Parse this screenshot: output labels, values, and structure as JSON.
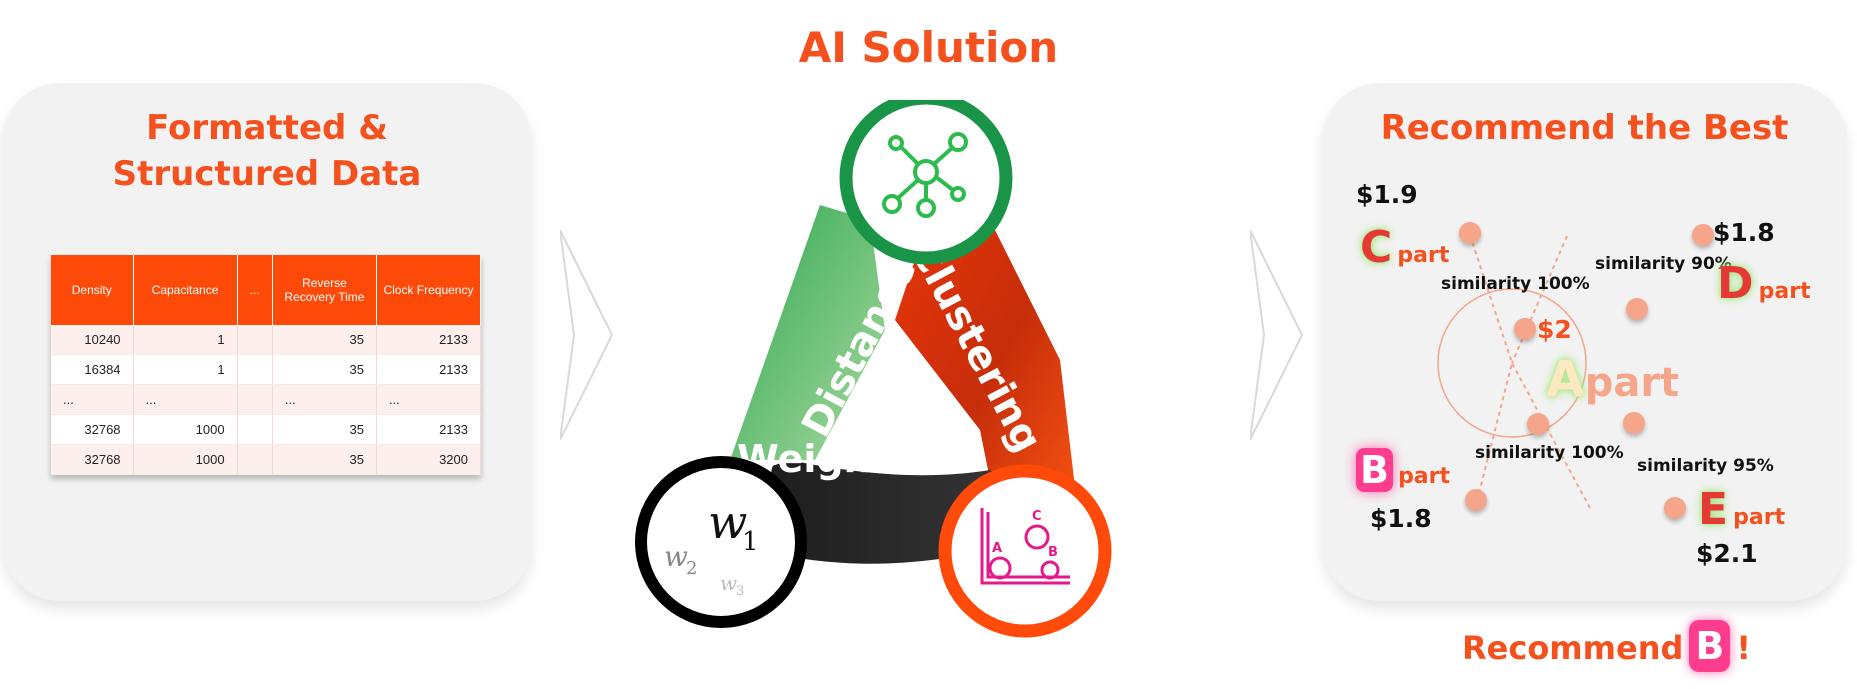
{
  "title": "AI Solution",
  "left": {
    "title_line1": "Formatted &",
    "title_line2": "Structured Data",
    "table": {
      "headers": [
        "Density",
        "Capacitance",
        "...",
        "Reverse Recovery Time",
        "Clock Frequency"
      ],
      "rows": [
        [
          "10240",
          "1",
          "",
          "35",
          "2133"
        ],
        [
          "16384",
          "1",
          "",
          "35",
          "2133"
        ],
        [
          "...",
          "...",
          "",
          "...",
          "..."
        ],
        [
          "32768",
          "1000",
          "",
          "35",
          "2133"
        ],
        [
          "32768",
          "1000",
          "",
          "35",
          "3200"
        ]
      ]
    }
  },
  "center": {
    "labels": {
      "distance": "Distance",
      "clustering": "Clustering",
      "weight": "Weight"
    },
    "weights": {
      "w1": "1",
      "w2": "2",
      "w3": "3"
    },
    "cluster_letters": [
      "A",
      "B",
      "C"
    ],
    "colors": {
      "green": "#1a9447",
      "orange": "#ff4a0a",
      "black": "#111111",
      "magenta": "#e6198a"
    }
  },
  "right": {
    "title": "Recommend the Best",
    "center_part": {
      "letter": "A",
      "word": "part",
      "price": "$2"
    },
    "parts": [
      {
        "letter": "C",
        "word": "part",
        "price": "$1.9",
        "similarity": "similarity 100%"
      },
      {
        "letter": "D",
        "word": "part",
        "price": "$1.8",
        "similarity": "similarity  90%"
      },
      {
        "letter": "B",
        "word": "part",
        "price": "$1.8",
        "similarity": "similarity  100%"
      },
      {
        "letter": "E",
        "word": "part",
        "price": "$2.1",
        "similarity": "similarity  95%"
      }
    ],
    "recommend": {
      "prefix": "Recommend",
      "letter": "B",
      "suffix": "!"
    }
  }
}
